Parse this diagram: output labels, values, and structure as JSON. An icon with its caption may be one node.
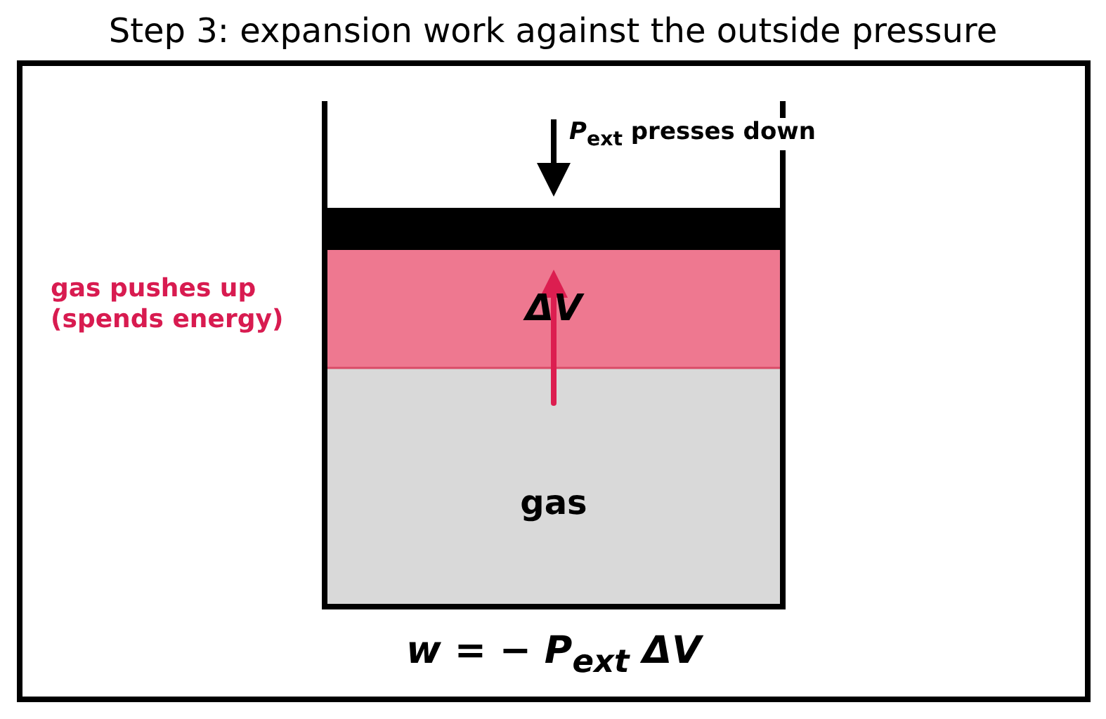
{
  "diagram": {
    "title": "Step 3: expansion work against the outside pressure",
    "nodes": [
      {
        "text": [
          "ΔV"
        ]
      },
      {
        "text": [
          "gas"
        ]
      }
    ],
    "labels": [
      "*P*$_{ext}$ presses down",
      "gas pushes up (spends energy)",
      "w = − P$_{ext}$ ΔV"
    ]
  }
}
